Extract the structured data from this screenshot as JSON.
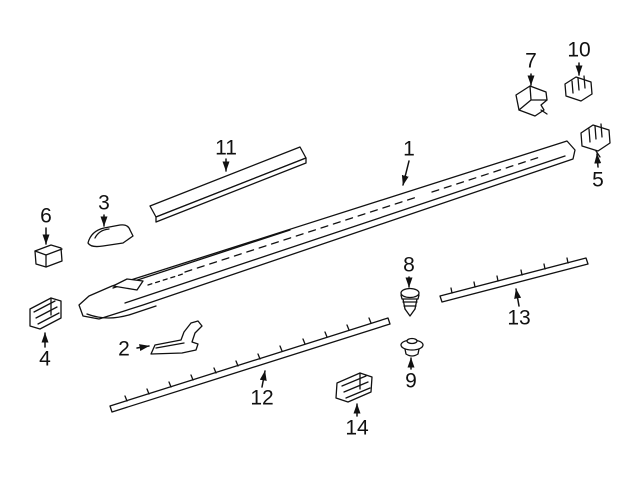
{
  "diagram": {
    "kind": "exploded-parts-line-drawing",
    "background_color": "#ffffff",
    "line_color": "#111111",
    "callouts": [
      {
        "label": "1",
        "arrow_direction": "down"
      },
      {
        "label": "2",
        "arrow_direction": "right"
      },
      {
        "label": "3",
        "arrow_direction": "down"
      },
      {
        "label": "4",
        "arrow_direction": "up"
      },
      {
        "label": "5",
        "arrow_direction": "up"
      },
      {
        "label": "6",
        "arrow_direction": "down"
      },
      {
        "label": "7",
        "arrow_direction": "down"
      },
      {
        "label": "8",
        "arrow_direction": "down"
      },
      {
        "label": "9",
        "arrow_direction": "up"
      },
      {
        "label": "10",
        "arrow_direction": "down"
      },
      {
        "label": "11",
        "arrow_direction": "down"
      },
      {
        "label": "12",
        "arrow_direction": "up"
      },
      {
        "label": "13",
        "arrow_direction": "up"
      },
      {
        "label": "14",
        "arrow_direction": "up"
      }
    ]
  }
}
